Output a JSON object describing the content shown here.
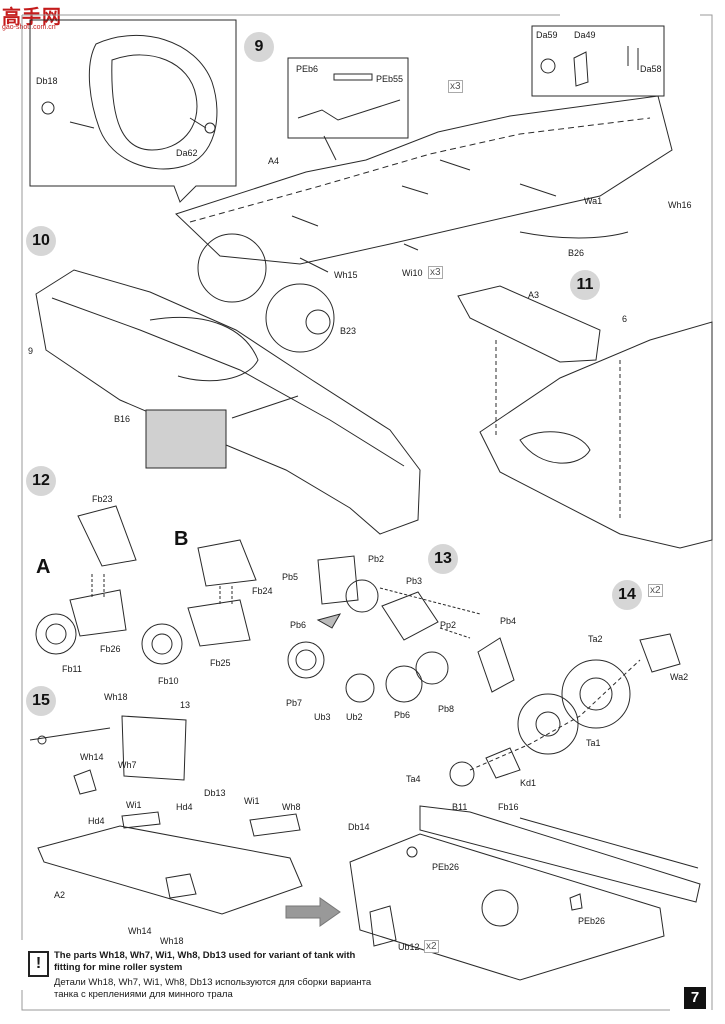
{
  "watermark": {
    "brand": "高手网",
    "url": "gao-shou.com.cn"
  },
  "steps": [
    "9",
    "10",
    "11",
    "12",
    "13",
    "14",
    "15"
  ],
  "variants": [
    "A",
    "B"
  ],
  "multipliers": [
    "x3",
    "x3",
    "x2",
    "x2"
  ],
  "parts": {
    "step9": [
      "Db18",
      "Da62",
      "PEb6",
      "PEb55",
      "Da59",
      "Da49",
      "Da58",
      "A4",
      "Wh15",
      "B23",
      "Wi10",
      "Wa1",
      "Wh16",
      "B26"
    ],
    "step10": [
      "9",
      "B16"
    ],
    "step11": [
      "A3",
      "6"
    ],
    "step12": [
      "Fb23",
      "Fb24",
      "Fb26",
      "Fb25",
      "Fb11",
      "Fb10"
    ],
    "step13": [
      "Pb5",
      "Pb2",
      "Pb3",
      "Pb6",
      "Pp2",
      "Pb4",
      "Pb7",
      "Ub3",
      "Ub2",
      "Pb6",
      "Pb8"
    ],
    "step14": [
      "Ta2",
      "Wa2",
      "Ta1",
      "Ta4",
      "Kd1"
    ],
    "step15": [
      "Wh18",
      "13",
      "Wh14",
      "Wh7",
      "Wi1",
      "Hd4",
      "Db13",
      "Hd4",
      "Wi1",
      "Wh8",
      "A2",
      "Wh14",
      "Wh18",
      "Db14",
      "B11",
      "Fb16",
      "PEb26",
      "PEb26",
      "Ub12"
    ]
  },
  "note": {
    "icon": "!",
    "en": "The parts Wh18, Wh7, Wi1, Wh8, Db13 used for variant of tank with fitting for mine roller system",
    "ru": "Детали Wh18, Wh7, Wi1, Wh8, Db13 используются для сборки варианта танка с креплениями для минного трала"
  },
  "page_number": "7"
}
